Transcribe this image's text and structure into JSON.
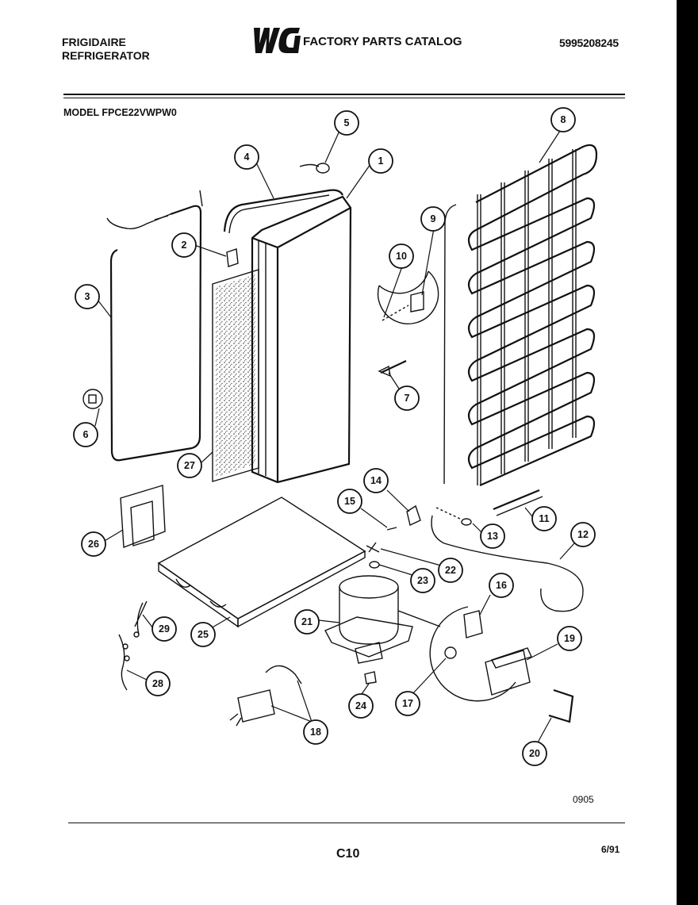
{
  "header": {
    "brand_line1": "FRIGIDAIRE",
    "brand_line2": "REFRIGERATOR",
    "logo_text": "WCI",
    "catalog_title": "FACTORY PARTS CATALOG",
    "serial": "5995208245",
    "model_label": "MODEL FPCE22VWPW0"
  },
  "footer": {
    "drawing_number": "0905",
    "page": "C10",
    "date": "6/91"
  },
  "callouts": [
    {
      "id": "1",
      "label": "1"
    },
    {
      "id": "2",
      "label": "2"
    },
    {
      "id": "3",
      "label": "3"
    },
    {
      "id": "4",
      "label": "4"
    },
    {
      "id": "5",
      "label": "5"
    },
    {
      "id": "6",
      "label": "6"
    },
    {
      "id": "7",
      "label": "7"
    },
    {
      "id": "8",
      "label": "8"
    },
    {
      "id": "9",
      "label": "9"
    },
    {
      "id": "10",
      "label": "10"
    },
    {
      "id": "11",
      "label": "11"
    },
    {
      "id": "12",
      "label": "12"
    },
    {
      "id": "13",
      "label": "13"
    },
    {
      "id": "14",
      "label": "14"
    },
    {
      "id": "15",
      "label": "15"
    },
    {
      "id": "16",
      "label": "16"
    },
    {
      "id": "17",
      "label": "17"
    },
    {
      "id": "18",
      "label": "18"
    },
    {
      "id": "19",
      "label": "19"
    },
    {
      "id": "20",
      "label": "20"
    },
    {
      "id": "21",
      "label": "21"
    },
    {
      "id": "22",
      "label": "22"
    },
    {
      "id": "23",
      "label": "23"
    },
    {
      "id": "24",
      "label": "24"
    },
    {
      "id": "25",
      "label": "25"
    },
    {
      "id": "26",
      "label": "26"
    },
    {
      "id": "27",
      "label": "27"
    },
    {
      "id": "28",
      "label": "28"
    },
    {
      "id": "29",
      "label": "29"
    }
  ]
}
